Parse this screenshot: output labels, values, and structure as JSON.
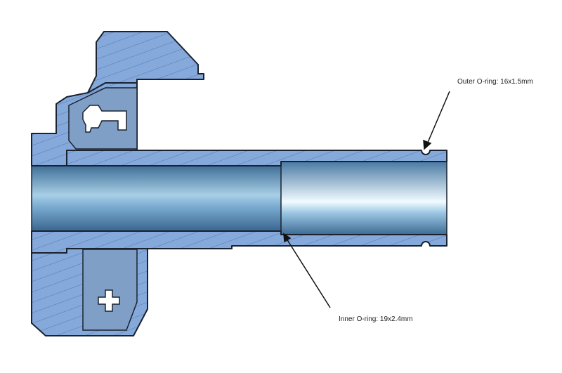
{
  "title": "O-ring placement cross-section",
  "annotations": {
    "outer": "Outer O-ring: 16x1.5mm",
    "inner": "Inner O-ring: 19x2.4mm"
  },
  "colors": {
    "section_fill": "#86a9dc",
    "hatch": "#5577aa",
    "bore": "#5d8fb8",
    "outline": "#1a2230"
  }
}
